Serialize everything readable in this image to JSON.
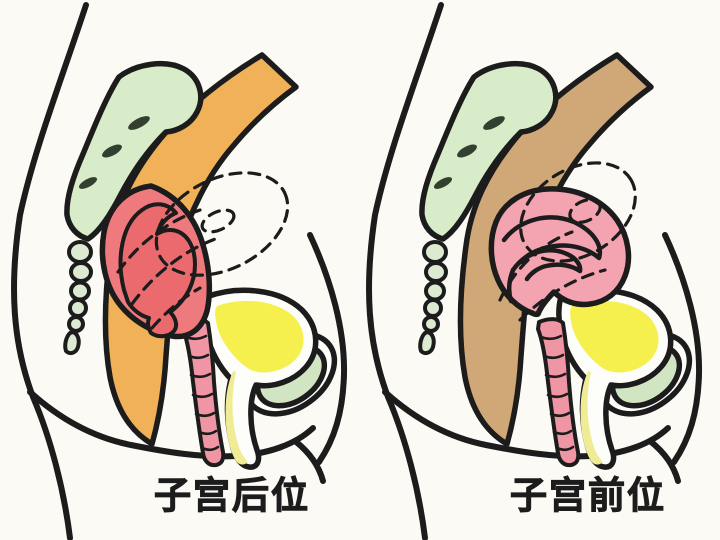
{
  "figure": {
    "type": "pelvic-sagittal-anatomy-comparison",
    "panels": [
      {
        "id": "uterus-retroverted",
        "label": "子宫后位"
      },
      {
        "id": "uterus-anteverted",
        "label": "子宫前位"
      }
    ]
  },
  "colors": {
    "background": "#fbfaf5",
    "paper_white": "#fdfdfa",
    "outline": "#1c1c1c",
    "text": "#1c1c1c",
    "sacrum": "#d9ecca",
    "coccyx": "#dcead2",
    "foramen": "#33402f",
    "rectum_left": "#f0b158",
    "rectum_right": "#d0a878",
    "uterus_left": "#ee7a7e",
    "uterus_left_cavity": "#ea6a6e",
    "uterus_right": "#f3a4b0",
    "vagina": "#f095a4",
    "bladder": "#f5f04e",
    "urethra": "#efec95",
    "pubic_bone": "#d2e5c3"
  }
}
